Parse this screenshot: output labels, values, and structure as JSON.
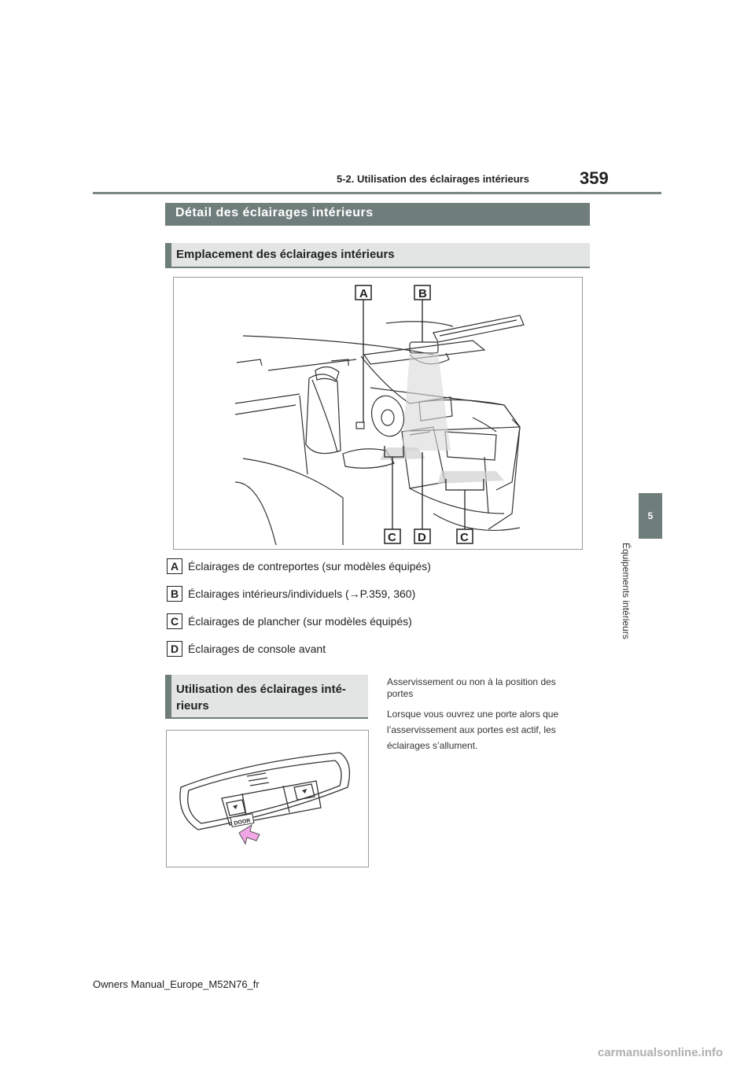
{
  "header": {
    "section": "5-2. Utilisation des éclairages intérieurs",
    "page_number": "359"
  },
  "side_tab": {
    "chapter": "5",
    "title": "Équipements intérieurs"
  },
  "main_heading": "Détail des éclairages intérieurs",
  "location_section": {
    "heading": "Emplacement des éclairages intérieurs",
    "callouts": [
      "A",
      "B",
      "C",
      "D",
      "C"
    ]
  },
  "legend": [
    {
      "letter": "A",
      "text": "Éclairages de contreportes (sur modèles équipés)"
    },
    {
      "letter": "B",
      "text": "Éclairages intérieurs/individuels (→P.359, 360)"
    },
    {
      "letter": "C",
      "text": "Éclairages de plancher (sur modèles équipés)"
    },
    {
      "letter": "D",
      "text": "Éclairages de console avant"
    }
  ],
  "usage_section": {
    "heading_line1": "Utilisation des éclairages inté-",
    "heading_line2": "rieurs",
    "door_button_label": "DOOR",
    "paragraph_1": "Asservissement ou non à la position des portes",
    "paragraph_2": "Lorsque vous ouvrez une porte alors que l’asservissement aux portes est actif, les éclairages s’allument."
  },
  "footer": {
    "manual_name": "Owners Manual_Europe_M52N76_fr",
    "watermark": "carmanualsonline.info"
  },
  "colors": {
    "accent_grey": "#6f7d7b",
    "light_bar": "#e3e5e5",
    "highlight_arrow": "#f2a6e6"
  }
}
